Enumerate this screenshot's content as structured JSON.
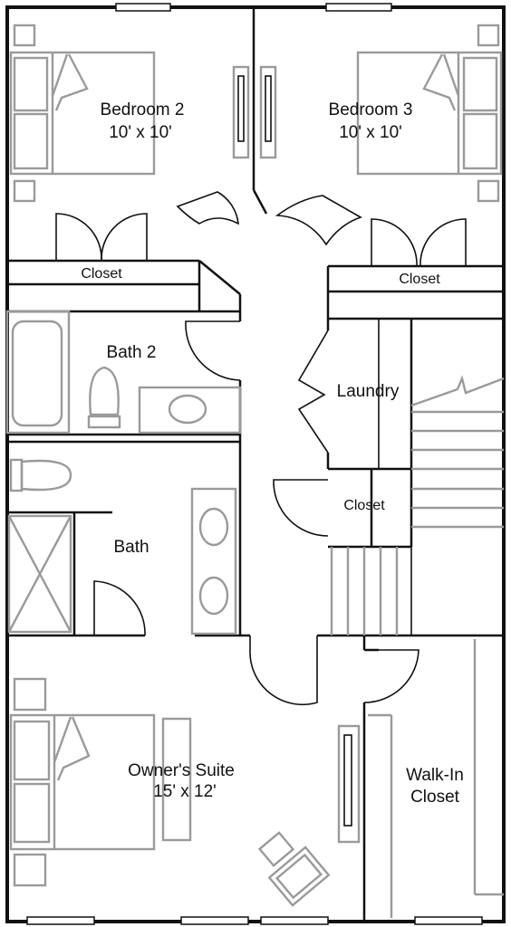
{
  "rooms": {
    "bedroom2": {
      "name": "Bedroom 2",
      "size": "10' x 10'"
    },
    "bedroom3": {
      "name": "Bedroom 3",
      "size": "10' x 10'"
    },
    "closet_left": {
      "name": "Closet"
    },
    "closet_right": {
      "name": "Closet"
    },
    "bath2": {
      "name": "Bath 2"
    },
    "laundry": {
      "name": "Laundry"
    },
    "closet_hall": {
      "name": "Closet"
    },
    "bath": {
      "name": "Bath"
    },
    "owners_suite": {
      "name": "Owner's Suite",
      "size": "15' x 12'"
    },
    "walkin_closet": {
      "line1": "Walk-In",
      "line2": "Closet"
    }
  }
}
